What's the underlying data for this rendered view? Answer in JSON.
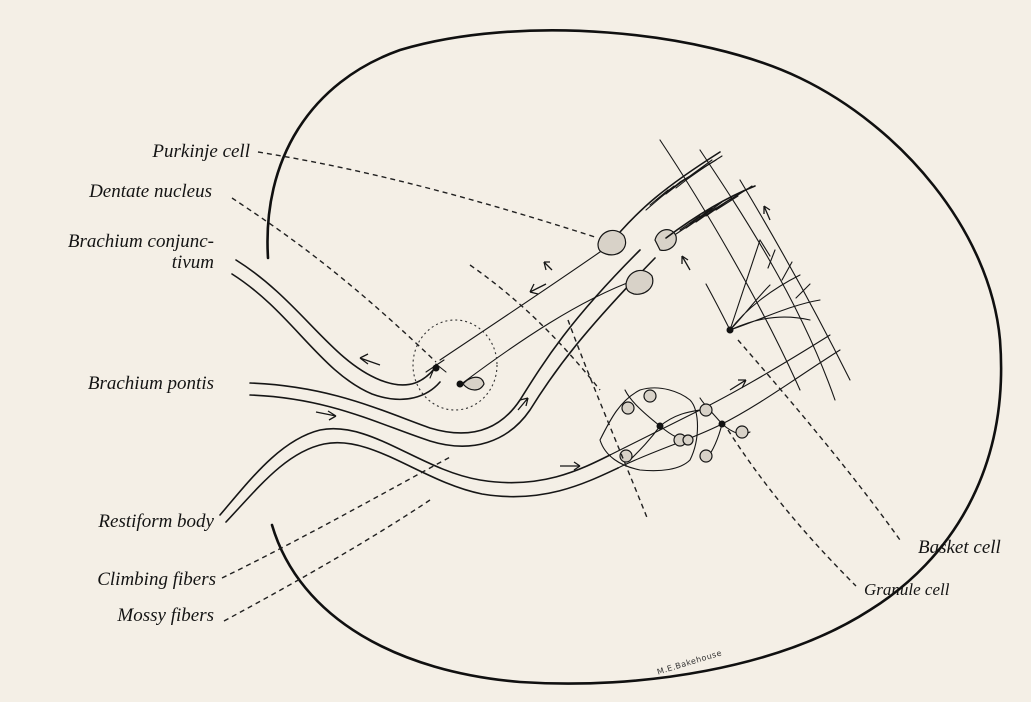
{
  "labels": {
    "purkinje_cell": "Purkinje cell",
    "dentate_nucleus": "Dentate nucleus",
    "brachium_conjunctivum_1": "Brachium conjunc-",
    "brachium_conjunctivum_2": "tivum",
    "brachium_pontis": "Brachium pontis",
    "restiform_body": "Restiform body",
    "climbing_fibers": "Climbing fibers",
    "mossy_fibers": "Mossy fibers",
    "basket_cell": "Basket cell",
    "granule_cell": "Granule cell"
  },
  "signature": "M.E.Bakehouse",
  "colors": {
    "paper": "#f4efe6",
    "ink": "#161616"
  }
}
